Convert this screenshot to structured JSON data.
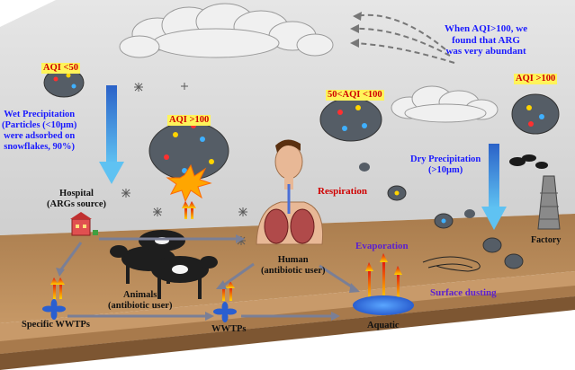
{
  "colors": {
    "sky": "#d4d4d4",
    "ground_top": "#b58a5a",
    "ground_front": "#c89a6a",
    "ground_side": "#8e6a42",
    "label_blue": "#1a1aff",
    "label_red": "#d00000",
    "label_purple": "#5a1fd0",
    "aqi_tag_bg": "#fff45a"
  },
  "aqi_tags": {
    "low": "AQI <50",
    "mid_high": "AQI >100",
    "moderate": "50<AQI <100",
    "high": "AQI >100"
  },
  "annotations": {
    "arg_note": [
      "When AQI>100, we",
      "found that ARG",
      "was very abundant"
    ],
    "wet_precipitation": [
      "Wet Precipitation",
      "(Particles (<10μm)",
      "were adsorbed on",
      "snowflakes, 90%)"
    ],
    "dry_precipitation": [
      "Dry Precipitation",
      "(>10μm)"
    ],
    "respiration": "Respiration",
    "evaporation": "Evaporation",
    "surface_dusting": "Surface dusting"
  },
  "nodes": {
    "hospital": [
      "Hospital",
      "(ARGs source)"
    ],
    "human": [
      "Human",
      "(antibiotic user)"
    ],
    "animals": [
      "Animals",
      "(antibiotic user)"
    ],
    "specific_wwtps": "Specific WWTPs",
    "wwtps": "WWTPs",
    "aquatic": "Aquatic",
    "factory": "Factory"
  },
  "icons": [
    "cloud-icon",
    "snowflake-icon",
    "particle-cluster-icon",
    "explosion-icon",
    "hospital-icon",
    "cow-icon",
    "human-lungs-icon",
    "wwtp-fan-icon",
    "heat-arrow-icon",
    "factory-chimney-icon",
    "smoke-icon",
    "wind-arrow-icon",
    "down-arrow-icon",
    "water-pond-icon"
  ]
}
